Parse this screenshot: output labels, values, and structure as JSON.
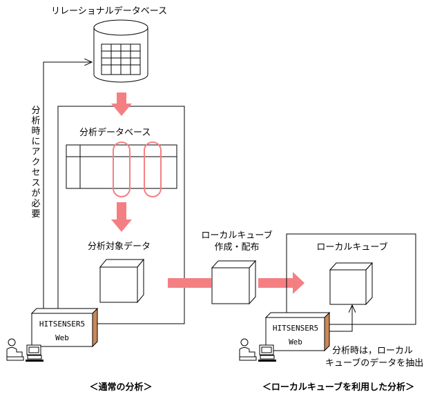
{
  "labels": {
    "relational_db": "リレーショナルデータベース",
    "analysis_db": "分析データベース",
    "analysis_target": "分析対象データ",
    "access_required": "分析時にアクセスが必要",
    "create_distribute_line1": "ローカルキューブ",
    "create_distribute_line2": "作成・配布",
    "local_cube": "ローカルキューブ",
    "extract_line1": "分析時は，ローカル",
    "extract_line2": "キューブのデータを抽出"
  },
  "clients": {
    "left_line1": "HITSENSER5",
    "left_line2": "Web",
    "right_line1": "HITSENSER5",
    "right_line2": "Web"
  },
  "captions": {
    "normal": "＜通常の分析＞",
    "local": "＜ローカルキューブを利用した分析＞"
  },
  "colors": {
    "arrow": "#f47f83",
    "line": "#000000",
    "box_side": "#c9875a"
  }
}
